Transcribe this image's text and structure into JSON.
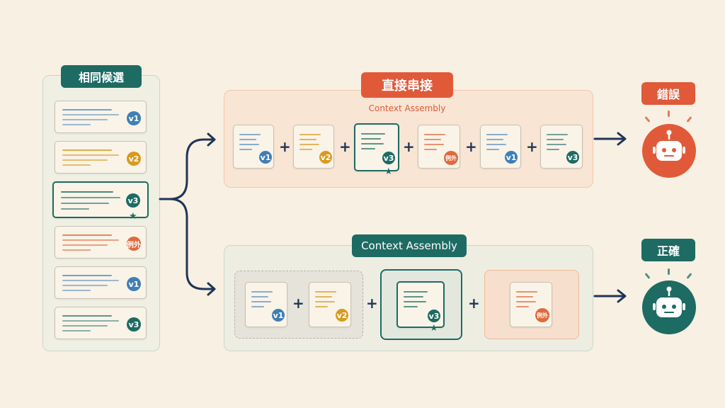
{
  "candidates": {
    "title": "相同候選",
    "items": [
      {
        "badge": "v1",
        "color": "#3f7fb6"
      },
      {
        "badge": "v2",
        "color": "#d99a1e"
      },
      {
        "badge": "v3",
        "color": "#1d6b63",
        "selected": true
      },
      {
        "badge": "例外",
        "color": "#e06a3c"
      },
      {
        "badge": "v1",
        "color": "#3f7fb6"
      },
      {
        "badge": "v3",
        "color": "#1d6b63"
      }
    ]
  },
  "top_path": {
    "title": "直接串接",
    "subtitle": "Context Assembly",
    "cards": [
      {
        "badge": "v1",
        "color": "#3f7fb6"
      },
      {
        "badge": "v2",
        "color": "#d99a1e"
      },
      {
        "badge": "v3",
        "color": "#1d6b63",
        "selected": true
      },
      {
        "badge": "例外",
        "color": "#e06a3c"
      },
      {
        "badge": "v1",
        "color": "#3f7fb6"
      },
      {
        "badge": "v3",
        "color": "#1d6b63"
      }
    ],
    "result_label": "錯誤",
    "result_color": "#e05a3a"
  },
  "bottom_path": {
    "title": "Context Assembly",
    "cards": [
      {
        "badge": "v1",
        "color": "#3f7fb6"
      },
      {
        "badge": "v2",
        "color": "#d99a1e"
      },
      {
        "badge": "v3",
        "color": "#1d6b63",
        "selected": true
      },
      {
        "badge": "例外",
        "color": "#e06a3c"
      }
    ],
    "result_label": "正確",
    "result_color": "#1d6b63"
  },
  "plus": "+",
  "icons": {
    "robot": "robot-icon",
    "star": "star-icon",
    "arrow": "arrow-icon"
  }
}
